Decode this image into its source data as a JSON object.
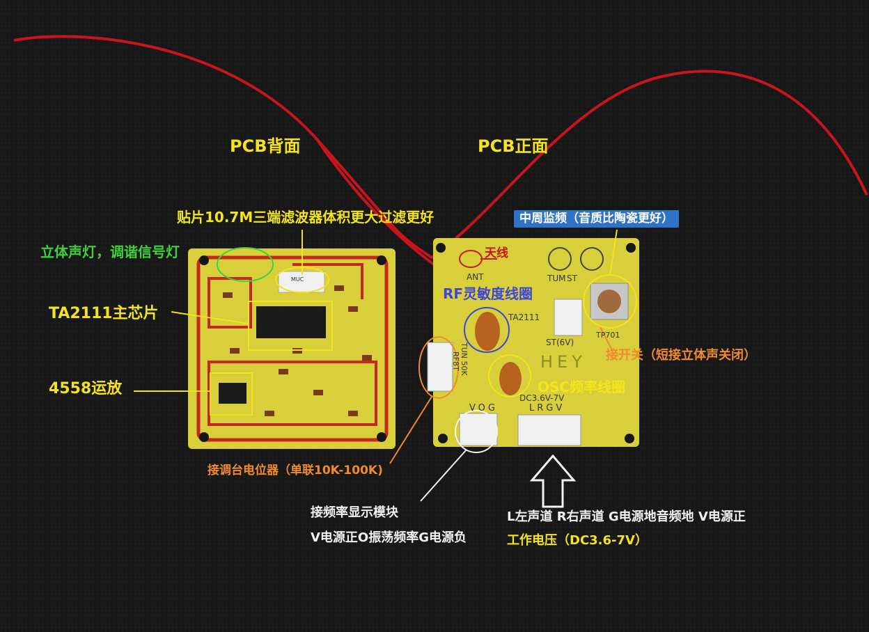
{
  "labels": {
    "pcb_back": "PCB背面",
    "pcb_front": "PCB正面",
    "filter": "贴片10.7M三端滤波器体积更大过滤更好",
    "stereo_led": "立体声灯，调谐信号灯",
    "main_chip": "TA2111主芯片",
    "opamp": "4558运放",
    "ifmon": "中周监频（音质比陶瓷更好）",
    "antenna": "天线",
    "rf_coil": "RF灵敏度线圈",
    "switch": "接开关（短接立体声关闭）",
    "osc_coil": "OSC频率线圈",
    "pot": "接调台电位器（单联10K-100K)",
    "freq_module": "接频率显示模块",
    "vog": "V电源正O振荡频率G电源负",
    "lrgv": "L左声道 R右声道 G电源地音频地 V电源正",
    "voltage": "工作电压（DC3.6-7V）"
  },
  "silkscreen": {
    "ant": "ANT",
    "tum": "TUM",
    "st": "ST",
    "ta2111": "TA2111",
    "st6v": "ST(6V)",
    "tp701": "TP701",
    "hey": "HEY",
    "rf8t": "RF8T",
    "tun50k": "TUN 50K",
    "dc": "DC3.6V-7V",
    "lrgv": "LRGV",
    "vog": "VOG",
    "muc": "MUC"
  },
  "colors": {
    "background": "#161616",
    "pcb": "#d9cf3a",
    "trace": "#c22a1f",
    "wire": "#c8141c",
    "label_yellow": "#f4e41c",
    "label_orange": "#f08a2c",
    "label_green": "#3fd03a",
    "label_blue_box": "#2f73c9"
  }
}
